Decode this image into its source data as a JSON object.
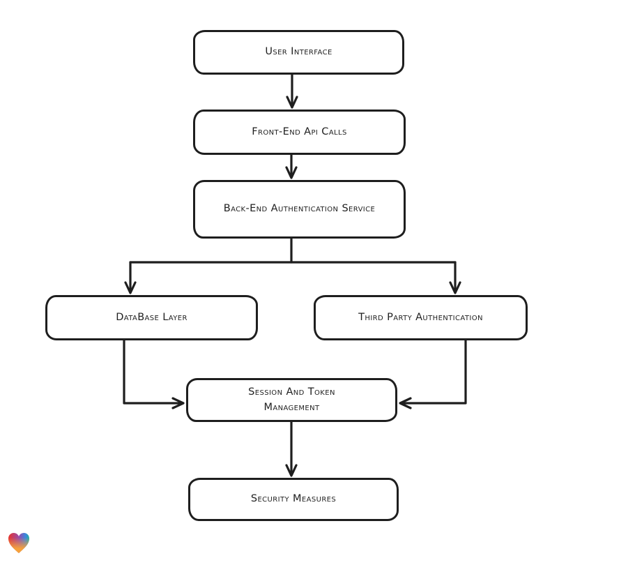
{
  "diagram": {
    "colors": {
      "background": "#ffffff",
      "stroke": "#1e1e1e",
      "node_fill": "#ffffff"
    },
    "nodes": [
      {
        "id": "user-interface",
        "label": "User Interface"
      },
      {
        "id": "front-end-api-calls",
        "label": "Front-End Api Calls"
      },
      {
        "id": "back-end-authentication-service",
        "label": "Back-End Authentication Service"
      },
      {
        "id": "database-layer",
        "label": "DataBase Layer"
      },
      {
        "id": "third-party-authentication",
        "label": "Third Party Authentication"
      },
      {
        "id": "session-and-token-management",
        "label": "Session And Token Management"
      },
      {
        "id": "security-measures",
        "label": "Security Measures"
      }
    ],
    "edges": [
      {
        "from": "user-interface",
        "to": "front-end-api-calls"
      },
      {
        "from": "front-end-api-calls",
        "to": "back-end-authentication-service"
      },
      {
        "from": "back-end-authentication-service",
        "to": "database-layer"
      },
      {
        "from": "back-end-authentication-service",
        "to": "third-party-authentication"
      },
      {
        "from": "database-layer",
        "to": "session-and-token-management"
      },
      {
        "from": "third-party-authentication",
        "to": "session-and-token-management"
      },
      {
        "from": "session-and-token-management",
        "to": "security-measures"
      }
    ],
    "logo": {
      "icon": "gradient-heart-logo",
      "colors": {
        "top_left": "#e8342c",
        "mid_blend": "#9a4aa8",
        "top_right_blue": "#3a86e0",
        "top_right_teal": "#20ae9f",
        "bottom": "#f6a13b"
      }
    }
  }
}
